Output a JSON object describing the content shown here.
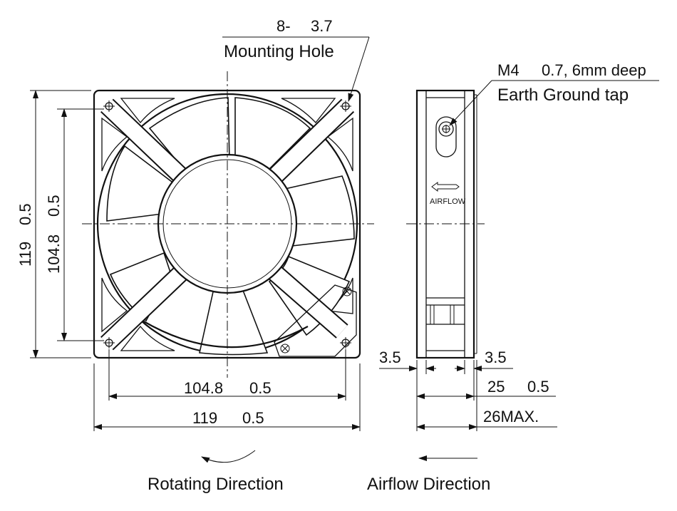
{
  "labels": {
    "mounting_hole_count": "8-",
    "mounting_hole_size": "3.7",
    "mounting_hole": "Mounting Hole",
    "tap_spec": "M4",
    "tap_pitch": "0.7, 6mm deep",
    "tap_name": "Earth Ground tap",
    "rotating_direction": "Rotating Direction",
    "airflow_direction": "Airflow Direction",
    "side_airflow_text": "AIRFLOW"
  },
  "dims": {
    "outer_size": "119",
    "outer_tol": "0.5",
    "hole_pitch": "104.8",
    "hole_tol": "0.5",
    "flange_left": "3.5",
    "flange_right": "3.5",
    "depth": "25",
    "depth_tol": "0.5",
    "depth_max": "26MAX."
  }
}
